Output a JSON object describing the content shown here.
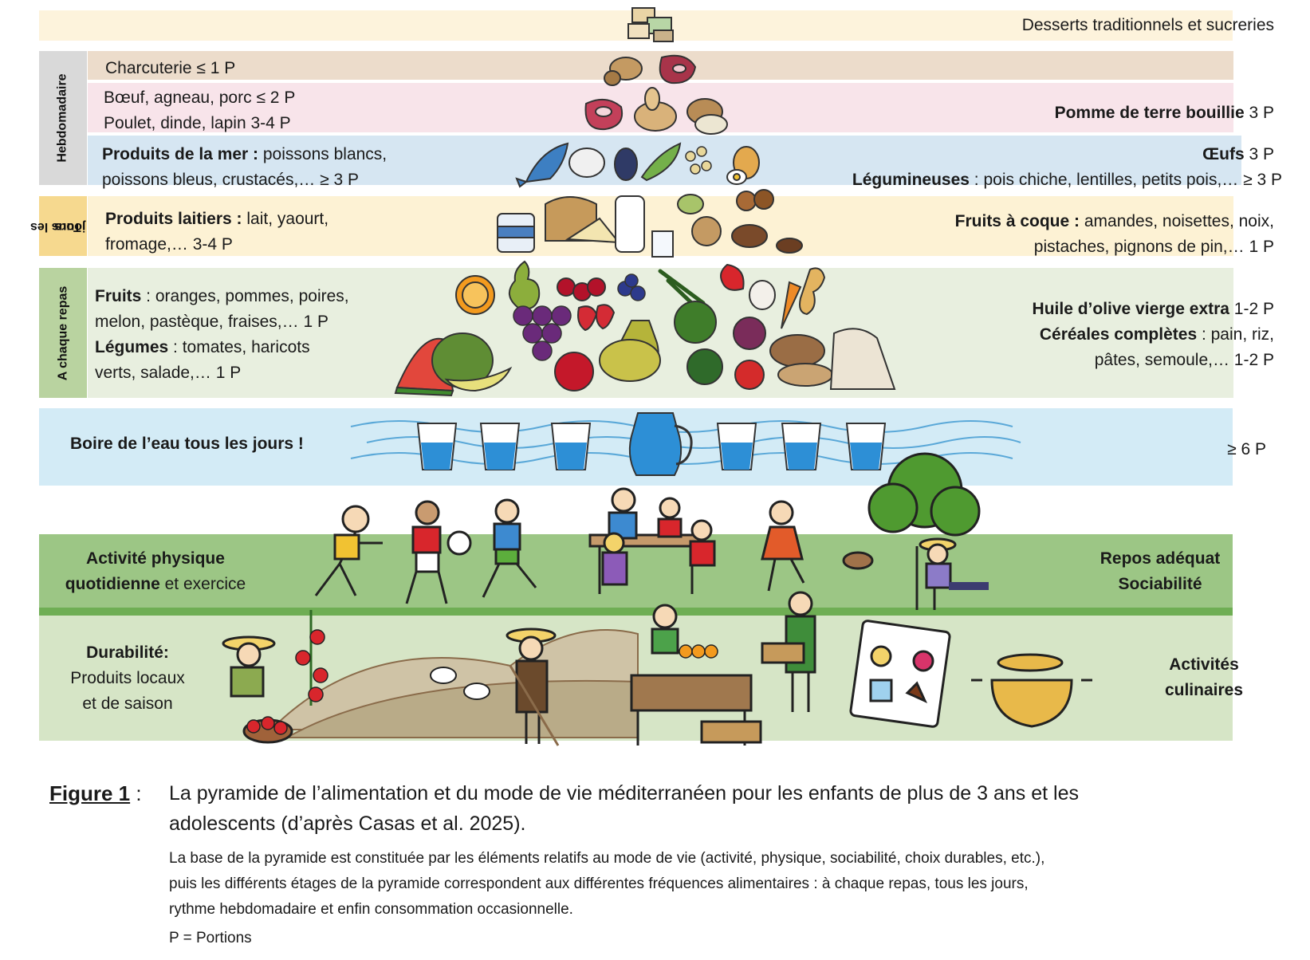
{
  "levels": {
    "desserts": {
      "text": "Desserts traditionnels et sucreries"
    },
    "weekly": {
      "side_label": "Hebdomadaire",
      "charcuterie": "Charcuterie ≤ 1 P",
      "beef": "Bœuf, agneau, porc ≤ 2 P",
      "poultry": "Poulet, dinde, lapin 3-4 P",
      "potato_bold": "Pomme de terre bouillie",
      "potato_rest": " 3 P",
      "seafood_bold": "Produits de la mer :",
      "seafood_rest1": " poissons blancs,",
      "seafood_line2": "poissons bleus, crustacés,… ≥ 3 P",
      "eggs_bold": "Œufs",
      "eggs_rest": " 3 P",
      "legumes_bold": "Légumineuses",
      "legumes_rest": " : pois chiche, lentilles, petits pois,… ≥ 3 P"
    },
    "daily": {
      "side_label_1": "Tous les",
      "side_label_2": "jours",
      "dairy_bold": "Produits laitiers :",
      "dairy_rest": " lait, yaourt,",
      "dairy_line2": "fromage,… 3-4 P",
      "nuts_bold": "Fruits à coque :",
      "nuts_rest": " amandes, noisettes, noix,",
      "nuts_line2": "pistaches, pignons de pin,… 1 P"
    },
    "each_meal": {
      "side_label": "A chaque repas",
      "fruits_bold": "Fruits",
      "fruits_rest": " : oranges, pommes, poires,",
      "fruits_line2": "melon, pastèque, fraises,… 1 P",
      "veg_bold": "Légumes",
      "veg_rest": " : tomates, haricots",
      "veg_line2": "verts, salade,… 1 P",
      "oil_bold": "Huile d’olive vierge extra",
      "oil_rest": " 1-2 P",
      "cereal_bold": "Céréales complètes",
      "cereal_rest": " : pain, riz,",
      "cereal_line2": "pâtes, semoule,… 1-2 P"
    },
    "water": {
      "text": "Boire de l’eau tous les jours !",
      "portions": "≥ 6 P"
    },
    "lifestyle": {
      "activity_bold_1": "Activité physique",
      "activity_bold_2": "quotidienne",
      "activity_rest": " et exercice",
      "rest_1": "Repos adéquat",
      "rest_2": "Sociabilité"
    },
    "sustainability": {
      "title": "Durabilité:",
      "line1": "Produits locaux",
      "line2": "et de saison",
      "cooking_1": "Activités",
      "cooking_2": "culinaires"
    }
  },
  "caption": {
    "label": "Figure 1",
    "sep": " :",
    "title_line1": "La pyramide de l’alimentation et du mode de vie méditerranéen pour les enfants de plus de 3 ans et les",
    "title_line2": "adolescents (d’après Casas et al. 2025).",
    "body_line1": "La base de la pyramide est constituée par les éléments relatifs au mode de vie (activité, physique, sociabilité, choix durables, etc.),",
    "body_line2": "puis les différents étages de la pyramide correspondent aux différentes fréquences alimentaires :  à chaque repas, tous les jours,",
    "body_line3": "rythme hebdomadaire et enfin consommation occasionnelle.",
    "legend": "P = Portions"
  },
  "colors": {
    "desserts_band": "#fdf3dc",
    "charcuterie_band": "#ecdccb",
    "meat_band": "#f8e4ea",
    "seafood_band": "#d6e6f2",
    "daily_band": "#fdf2d4",
    "meal_band": "#e8efdf",
    "water_band": "#d3ebf6",
    "activity_band": "#9cc685",
    "sustain_band": "#d6e5c6",
    "weekly_label": "#d9d9d9",
    "daily_label": "#f6d98f",
    "meal_label": "#b9d3a0"
  },
  "icons": [
    "sweets-icon",
    "sausage-icon",
    "ham-icon",
    "steak-icon",
    "chicken-icon",
    "potato-icon",
    "fish-icon",
    "clam-icon",
    "mussel-icon",
    "peas-icon",
    "chickpea-icon",
    "egg-icon",
    "yogurt-icon",
    "cheese-icon",
    "milk-icon",
    "pistachio-icon",
    "hazelnut-icon",
    "walnut-icon",
    "almond-icon",
    "orange-icon",
    "pear-icon",
    "cherry-icon",
    "blueberry-icon",
    "beans-icon",
    "pepper-icon",
    "garlic-icon",
    "carrot-icon",
    "ginger-icon",
    "watermelon-icon",
    "melon-icon",
    "grapes-icon",
    "strawberry-icon",
    "apple-icon",
    "olive-oil-icon",
    "lettuce-icon",
    "onion-icon",
    "broccoli-icon",
    "tomato-icon",
    "bread-icon",
    "rice-sack-icon",
    "water-glass-icon",
    "water-jug-icon",
    "children-activity-icon",
    "family-meal-icon",
    "tree-icon",
    "farmer-icon",
    "market-icon",
    "season-calendar-icon",
    "cooking-pot-icon"
  ]
}
